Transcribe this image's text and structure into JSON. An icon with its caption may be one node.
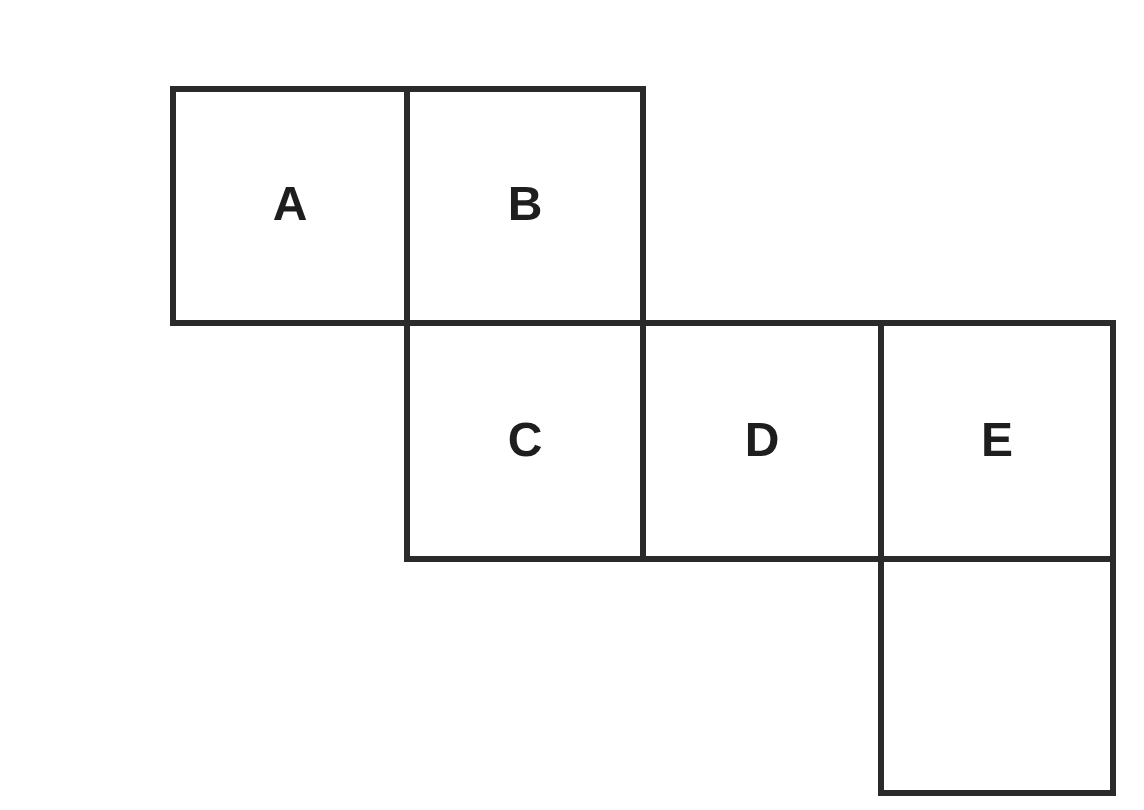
{
  "diagram": {
    "nodes": [
      {
        "text": [
          "A"
        ]
      },
      {
        "text": [
          "B"
        ]
      },
      {
        "text": [
          "C"
        ]
      },
      {
        "text": [
          "D"
        ]
      },
      {
        "text": [
          "E"
        ]
      },
      {
        "text": [],
        "shape": "box"
      }
    ]
  }
}
